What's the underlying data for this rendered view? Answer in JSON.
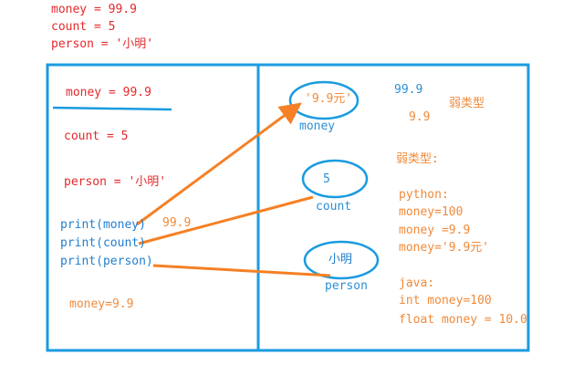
{
  "top_code": [
    "money = 99.9",
    "count = 5",
    "person = '小明'"
  ],
  "left_panel": {
    "stmt_money": "money = 99.9",
    "stmt_count": "count = 5",
    "stmt_person": "person = '小明'",
    "print_lines": [
      "print(money)",
      "print(count)",
      "print(person)"
    ],
    "print_output": "99.9",
    "note": "money=9.9"
  },
  "right_panel": {
    "objects": [
      {
        "value": "'9.9元'",
        "label": "money"
      },
      {
        "value": "5",
        "label": "count"
      },
      {
        "value": "小明",
        "label": "person"
      }
    ],
    "val_999": "99.9",
    "val_99": "9.9",
    "weak_type": "弱类型",
    "weak_type_colon": "弱类型:",
    "python_lines": [
      "python:",
      "money=100",
      "money =9.9",
      "money='9.9元'"
    ],
    "java_lines": [
      "java:",
      "int money=100",
      "float money = 10.0"
    ]
  },
  "colors": {
    "frame": "#1a9be0",
    "code_red": "#e4292c",
    "code_blue": "#1f7fd0",
    "arrow": "#f58025",
    "note_orange": "#f08a3a",
    "ellipse": "#1a9be0"
  }
}
